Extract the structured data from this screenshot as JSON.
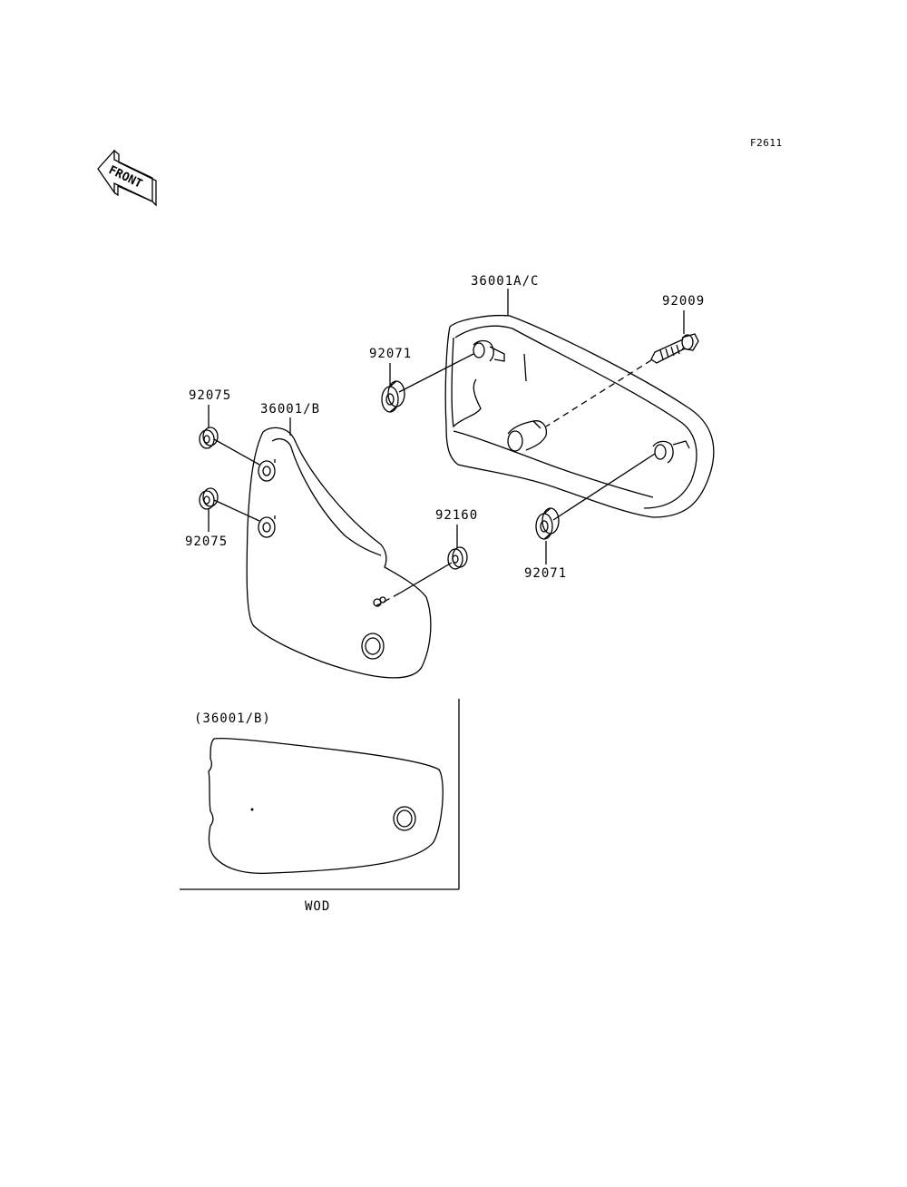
{
  "diagram_code": "F2611",
  "front_label": "FRONT",
  "labels": {
    "cover_right": "36001A/C",
    "bolt": "92009",
    "grommet_upper": "92071",
    "grommet_lower": "92071",
    "cover_left": "36001/B",
    "damper_upper": "92075",
    "damper_lower": "92075",
    "collar": "92160",
    "inset_title": "(36001/B)",
    "inset_caption": "WOD"
  }
}
